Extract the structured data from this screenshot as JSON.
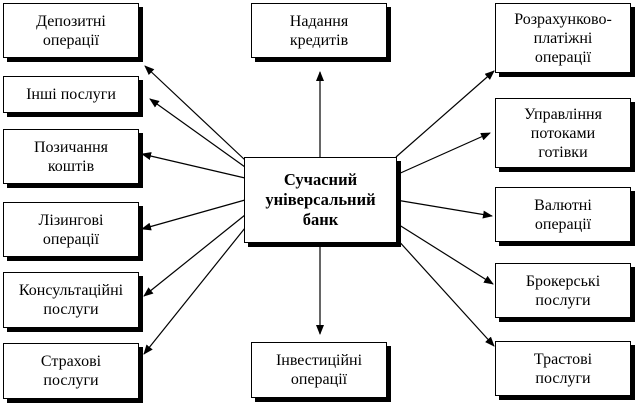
{
  "center": "Сучасний\nуніверсальний\nбанк",
  "left": [
    "Депозитні\nоперації",
    "Інші послуги",
    "Позичання\nкоштів",
    "Лізингові\nоперації",
    "Консультаційні\nпослуги",
    "Страхові\nпослуги"
  ],
  "top": "Надання\nкредитів",
  "bottom": "Інвестиційні\nоперації",
  "right": [
    "Розрахунково-\nплатіжні\nоперації",
    "Управління\nпотоками\nготівки",
    "Валютні\nоперації",
    "Брокерські\nпослуги",
    "Трастові\nпослуги"
  ]
}
